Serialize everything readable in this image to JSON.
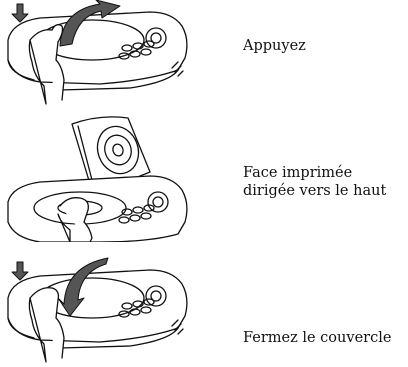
{
  "steps": [
    {
      "lines": [
        "Appuyez"
      ]
    },
    {
      "lines": [
        "Face imprimée",
        "dirigée vers le haut"
      ]
    },
    {
      "lines": [
        "Fermez le couvercle"
      ]
    }
  ]
}
